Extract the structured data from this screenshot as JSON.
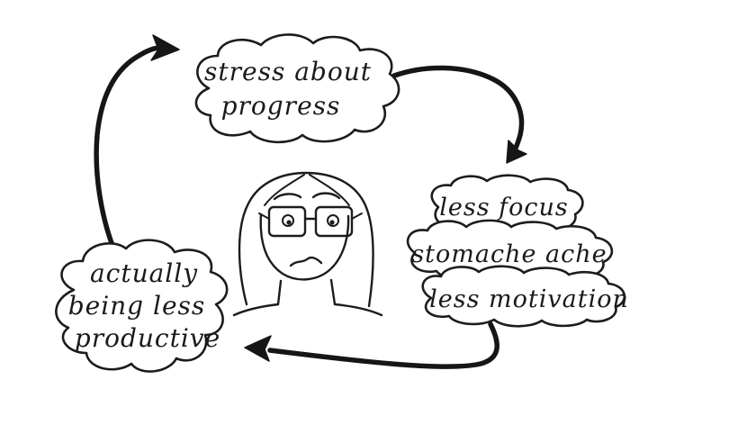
{
  "nodes": {
    "stress": {
      "line1": "stress  about",
      "line2": "progress"
    },
    "symptoms": {
      "focus": "less focus",
      "stomach": "stomache ache",
      "motivation": "less motivation"
    },
    "productive": {
      "line1": "actually",
      "line2": "being less",
      "line3": "productive"
    }
  },
  "colors": {
    "ink": "#1c1c1c",
    "background": "#ffffff"
  }
}
